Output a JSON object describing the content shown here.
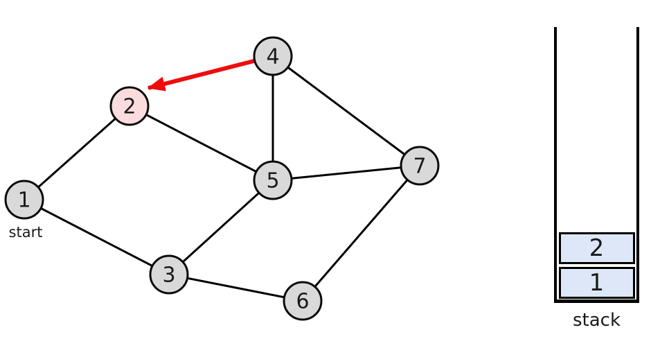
{
  "graph": {
    "start_label": "start",
    "highlighted_node": "2",
    "nodes": [
      {
        "id": "1",
        "label": "1"
      },
      {
        "id": "2",
        "label": "2",
        "highlighted": true
      },
      {
        "id": "3",
        "label": "3"
      },
      {
        "id": "4",
        "label": "4"
      },
      {
        "id": "5",
        "label": "5"
      },
      {
        "id": "6",
        "label": "6"
      },
      {
        "id": "7",
        "label": "7"
      }
    ],
    "edges": [
      "1-2",
      "1-3",
      "2-5",
      "3-5",
      "3-6",
      "4-5",
      "4-7",
      "5-7",
      "6-7"
    ],
    "active_edge": {
      "from": "4",
      "to": "2"
    }
  },
  "stack": {
    "label": "stack",
    "items": [
      "2",
      "1"
    ]
  },
  "colors": {
    "node_fill": "#d9d9d9",
    "highlighted_node_fill": "#fbdcde",
    "stack_item_fill": "#dde7f8",
    "arrow_red": "#ee0d0d",
    "edge_black": "#000000"
  }
}
